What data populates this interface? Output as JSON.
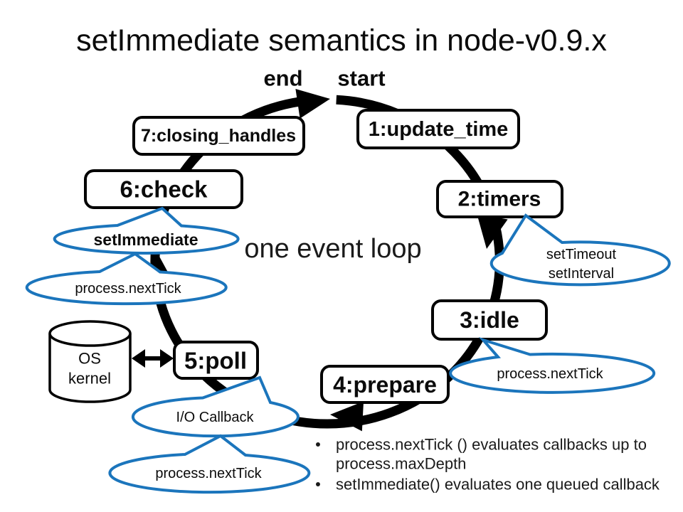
{
  "title": "setImmediate semantics in node-v0.9.x",
  "colors": {
    "accent_blue": "#1B75BC",
    "highlight_red": "#FF0000",
    "ink": "#000000"
  },
  "flow": {
    "start_label": "start",
    "end_label": "end",
    "center_label": "one event loop"
  },
  "stages": [
    {
      "label": "1:update_time"
    },
    {
      "label": "2:timers"
    },
    {
      "label": "3:idle"
    },
    {
      "label": "4:prepare"
    },
    {
      "label": "5:poll"
    },
    {
      "label": "6:check"
    },
    {
      "label": "7:closing_handles"
    }
  ],
  "callouts": {
    "timers": {
      "line1": "setTimeout",
      "line2": "setInterval"
    },
    "idle": {
      "line1": "process.nextTick"
    },
    "check_immediate": {
      "line1": "setImmediate"
    },
    "check_nexttick": {
      "line1": "process.nextTick"
    },
    "poll_io": {
      "line1": "I/O Callback"
    },
    "poll_nexttick": {
      "line1": "process.nextTick"
    }
  },
  "kernel": {
    "line1": "OS",
    "line2": "kernel"
  },
  "notes": {
    "marker": "•",
    "bullet1_line1": "process.nextTick () evaluates callbacks up to",
    "bullet1_line2": "process.maxDepth",
    "bullet2": "setImmediate() evaluates one queued callback"
  }
}
